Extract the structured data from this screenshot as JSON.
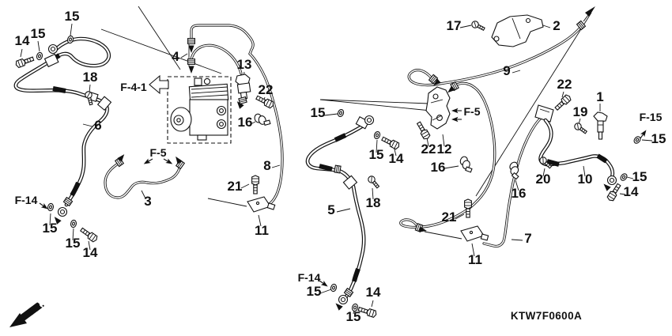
{
  "figure": {
    "part_code": "KTW7F0600A",
    "front_label": "FR.",
    "background_color": "#ffffff",
    "line_color": "#111111",
    "description": "Exploded brake-pipe / brake-hose parts diagram with ABS modulator"
  },
  "refs": {
    "f41": "F-4-1",
    "f5": "F-5",
    "f14": "F-14",
    "f15": "F-15"
  },
  "callouts": [
    "15",
    "14",
    "15",
    "18",
    "6",
    "4",
    "13",
    "22",
    "16",
    "8",
    "3",
    "21",
    "11",
    "15",
    "15",
    "14",
    "15",
    "15",
    "14",
    "18",
    "5",
    "15",
    "15",
    "14",
    "22",
    "12",
    "16",
    "17",
    "2",
    "9",
    "22",
    "1",
    "19",
    "15",
    "20",
    "10",
    "15",
    "14",
    "21",
    "11",
    "7",
    "16"
  ]
}
